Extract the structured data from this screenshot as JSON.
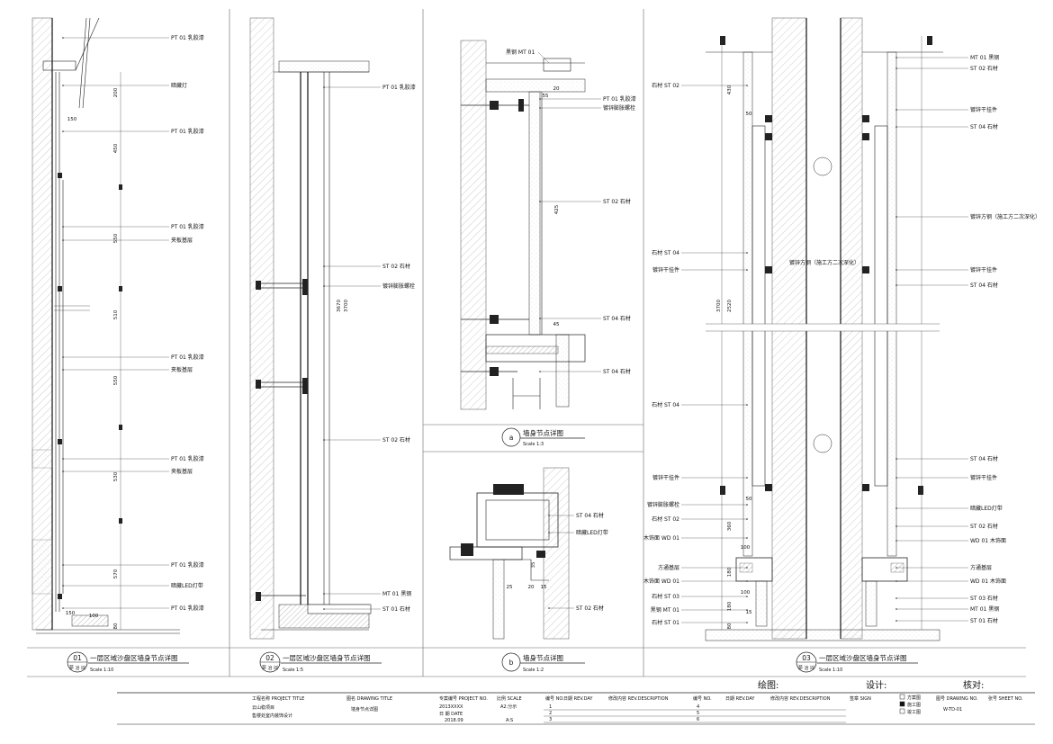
{
  "panels": [
    {
      "number": "01",
      "badge": "夢 冶 ⑻",
      "title": "一层区域沙盘区墙身节点详图",
      "scale": "Scale 1:10",
      "labels": [
        "PT 01 乳胶漆",
        "暗藏灯",
        "PT 01 乳胶漆",
        "PT 01 乳胶漆",
        "夹板基层",
        "PT 01 乳胶漆",
        "夹板基层",
        "PT 01 乳胶漆",
        "夹板基层",
        "PT 01 乳胶漆",
        "暗藏LED灯带",
        "PT 01 乳胶漆"
      ],
      "dims": [
        "200",
        "150",
        "450",
        "550",
        "510",
        "550",
        "530",
        "570",
        "150",
        "100",
        "80"
      ]
    },
    {
      "number": "02",
      "badge": "夢 冶 ⑻",
      "title": "一层区域沙盘区墙身节点详图",
      "scale": "Scale 1:5",
      "labels": [
        "PT 01 乳胶漆",
        "ST 02 石材",
        "镀锌膨胀螺栓",
        "ST 02 石材",
        "MT 01 黑钢",
        "ST 01 石材"
      ],
      "dims": [
        "3670",
        "3700"
      ]
    },
    {
      "number": "a",
      "title": "墙身节点详图",
      "scale": "Scale 1:3",
      "labels": [
        "黑钢 MT 01",
        "PT 01 乳胶漆",
        "镀锌膨胀螺栓",
        "ST 02 石材",
        "ST 04 石材",
        "ST 04 石材"
      ],
      "dims": [
        "20",
        "55",
        "425",
        "45"
      ]
    },
    {
      "number": "b",
      "title": "墙身节点详图",
      "scale": "Scale 1:2",
      "labels": [
        "ST 04 石材",
        "暗藏LED灯带",
        "ST 02 石材"
      ],
      "dims": [
        "35",
        "25",
        "20",
        "15"
      ]
    },
    {
      "number": "03",
      "badge": "夢 冶 ⑻",
      "title": "一层区域沙盘区墙身节点详图",
      "scale": "Scale 1:10",
      "labels_left": [
        "石材 ST 02",
        "石材 ST 04",
        "镀锌干挂件",
        "石材 ST 04",
        "镀锌干挂件",
        "镀锌膨胀螺栓",
        "石材 ST 02",
        "木饰面 WD 01",
        "方通基层",
        "木饰面 WD 01",
        "石材 ST 03",
        "黑钢 MT 01",
        "石材 ST 01"
      ],
      "labels_right": [
        "MT 01 黑钢",
        "ST 02 石材",
        "镀锌干挂件",
        "ST 04 石材",
        "镀锌方钢（施工方二次深化）",
        "镀锌干挂件",
        "ST 04 石材",
        "ST 04 石材",
        "镀锌干挂件",
        "暗藏LED灯带",
        "ST 02 石材",
        "WD 01 木饰面",
        "方通基层",
        "WD 01 木饰面",
        "ST 03 石材",
        "MT 01 黑钢",
        "ST 01 石材"
      ],
      "center_label": "镀锌方钢（施工方二次深化）",
      "dims": [
        "430",
        "50",
        "3700",
        "2520",
        "50",
        "360",
        "100",
        "180",
        "100",
        "180",
        "15",
        "80"
      ]
    }
  ],
  "signatures": {
    "drawing": "绘图:",
    "design": "设计:",
    "check": "核对:"
  },
  "title_block": {
    "project_title_label": "工程名称 PROJECT TITLE",
    "project_title_1": "云山稳项目",
    "project_title_2": "售楼处室内装饰设计",
    "drawing_title_label": "图名 DRAWING TITLE",
    "drawing_title": "墙身节点详图",
    "project_no_label": "专案编号 PROJECT NO.",
    "project_no": "2013XXXX",
    "scale_label": "比例 SCALE",
    "scale": "A2:分示",
    "date_label": "日 期 DATE",
    "date": "2018.09",
    "size": "A:S",
    "rev_headers": [
      "编号 NO.",
      "日期 REV.DAY",
      "修改内容 REV.DESCRIPTION",
      "编号 NO.",
      "日期 REV.DAY",
      "修改内容 REV.DESCRIPTION",
      "签章 SIGN"
    ],
    "rev_left_nos": [
      "1",
      "2",
      "3"
    ],
    "rev_right_nos": [
      "4",
      "5",
      "6"
    ],
    "stages": [
      "方案图",
      "施工图",
      "竣工图"
    ],
    "drawing_no_label": "图号 DRAWING NO.",
    "sheet_no_label": "张号 SHEET NO.",
    "drawing_no": "W-TD-01"
  }
}
